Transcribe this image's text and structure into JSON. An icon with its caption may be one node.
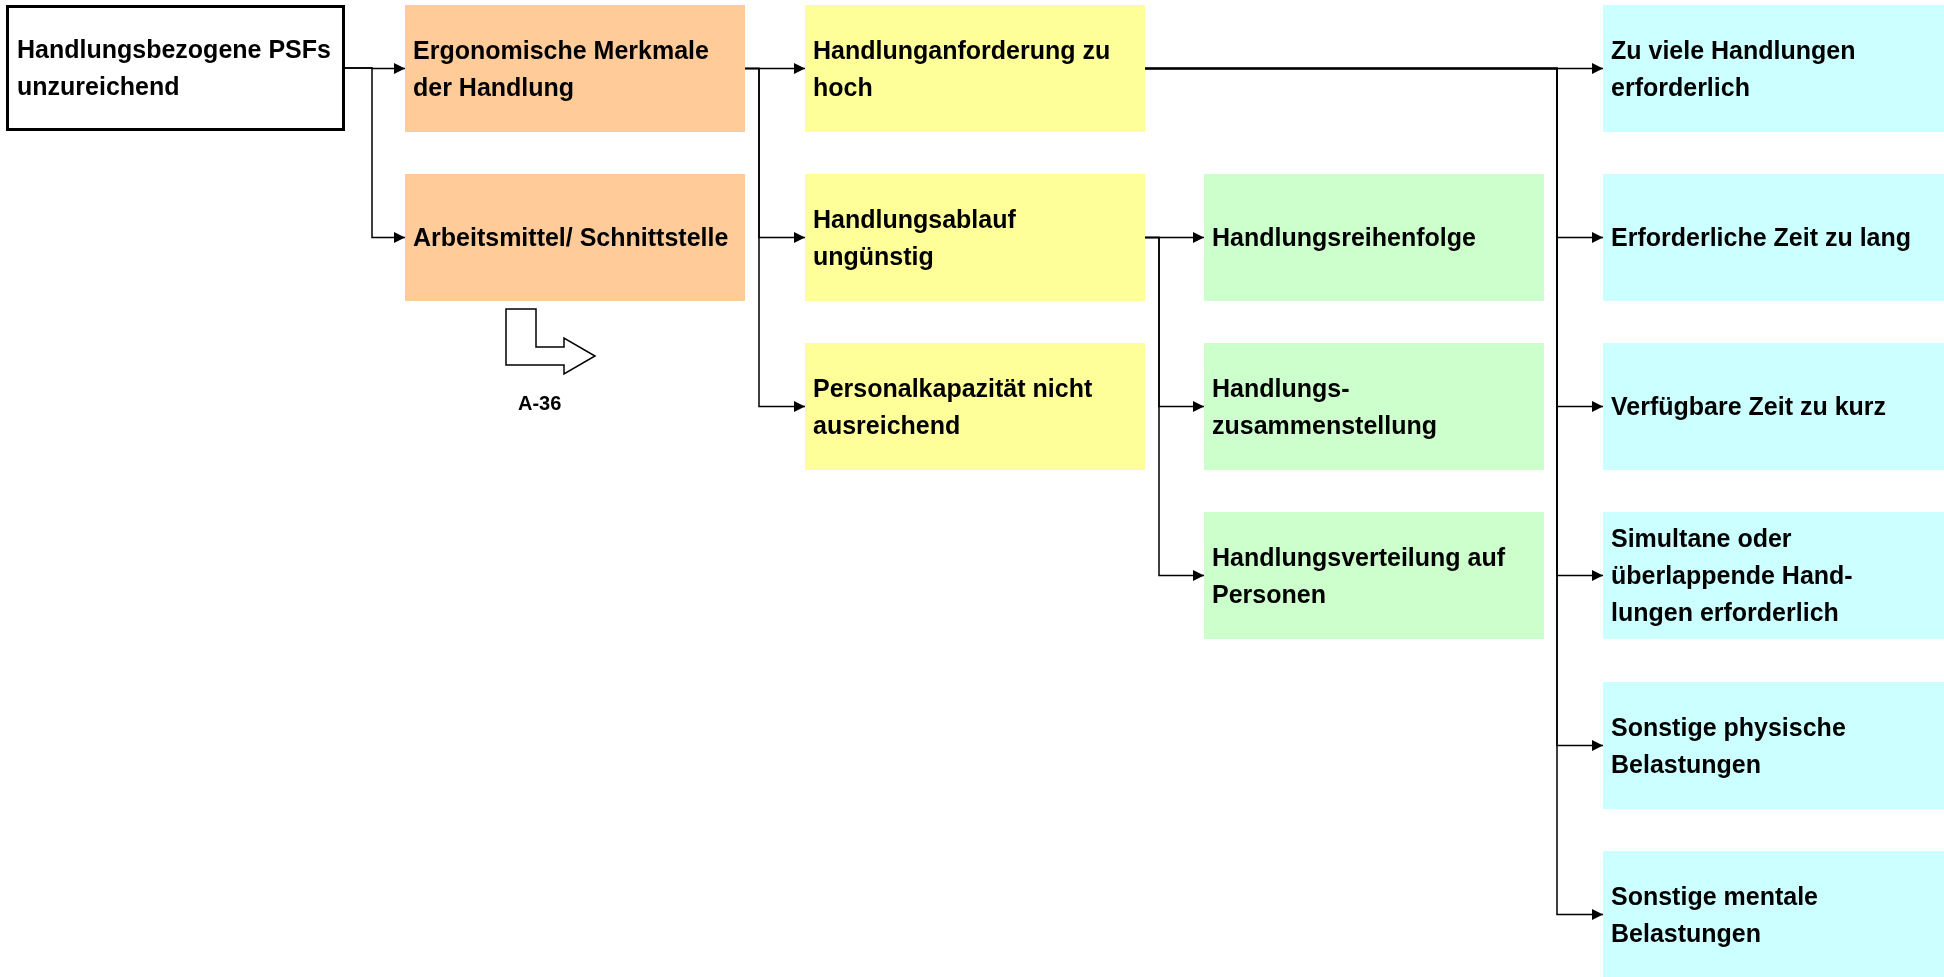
{
  "diagram": {
    "nodes": [
      {
        "text": [
          "Handlungsbezogene PSFs unzureichend"
        ]
      },
      {
        "text": [
          "Ergonomische Merkmale der Handlung"
        ]
      },
      {
        "text": [
          "Arbeitsmittel/ Schnittstelle"
        ]
      },
      {
        "text": [
          "Handlunganforderung zu hoch"
        ]
      },
      {
        "text": [
          "Handlungsablauf ungünstig"
        ]
      },
      {
        "text": [
          "Personalkapazität nicht ausreichend"
        ]
      },
      {
        "text": [
          "Handlungsreihenfolge"
        ]
      },
      {
        "text": [
          "Handlungs- zusammenstellung"
        ]
      },
      {
        "text": [
          "Handlungsverteilung auf Personen"
        ]
      },
      {
        "text": [
          "Zu viele Handlungen erforderlich"
        ]
      },
      {
        "text": [
          "Erforderliche Zeit zu lang"
        ]
      },
      {
        "text": [
          "Verfügbare Zeit zu kurz"
        ]
      },
      {
        "text": [
          "Simultane oder überlappende Hand- lungen erforderlich"
        ]
      },
      {
        "text": [
          "Sonstige physische Belastungen"
        ]
      },
      {
        "text": [
          "Sonstige mentale Belastungen"
        ]
      }
    ],
    "edges": [
      {
        "from": 0,
        "to": 1,
        "arrow": "to"
      },
      {
        "from": 0,
        "to": 2,
        "arrow": "to"
      },
      {
        "from": 1,
        "to": 3,
        "arrow": "to"
      },
      {
        "from": 1,
        "to": 4,
        "arrow": "to"
      },
      {
        "from": 1,
        "to": 5,
        "arrow": "to"
      },
      {
        "from": 4,
        "to": 6,
        "arrow": "to"
      },
      {
        "from": 4,
        "to": 7,
        "arrow": "to"
      },
      {
        "from": 4,
        "to": 8,
        "arrow": "to"
      },
      {
        "from": 3,
        "to": 9,
        "arrow": "to"
      },
      {
        "from": 3,
        "to": 10,
        "arrow": "to"
      },
      {
        "from": 3,
        "to": 11,
        "arrow": "to"
      },
      {
        "from": 3,
        "to": 12,
        "arrow": "to"
      },
      {
        "from": 3,
        "to": 13,
        "arrow": "to"
      },
      {
        "from": 3,
        "to": 14,
        "arrow": "to"
      }
    ],
    "labels": [
      "A-36"
    ]
  }
}
